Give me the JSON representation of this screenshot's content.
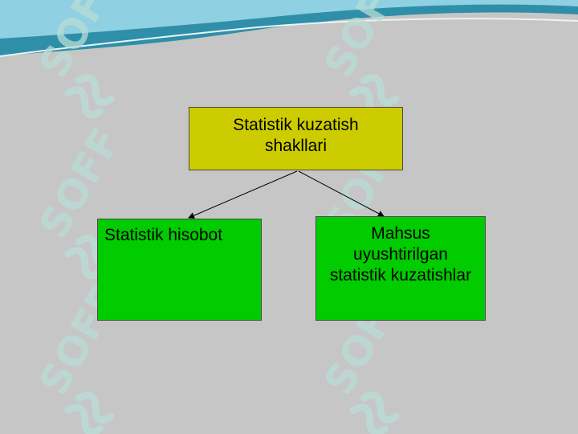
{
  "diagram": {
    "root": {
      "label": "Statistik kuzatish shakllari",
      "color": "#cccc00"
    },
    "children": [
      {
        "label": "Statistik hisobot",
        "color": "#00cc00"
      },
      {
        "label": "Mahsus uyushtirilgan statistik kuzatishlar",
        "color": "#00cc00"
      }
    ]
  },
  "watermark": {
    "text": "SOFF",
    "icon": "soff-logo-icon"
  },
  "colors": {
    "background": "#c6c6c6",
    "header_wave_dark": "#2f8fa8",
    "header_wave_light": "#8fd0e2"
  }
}
